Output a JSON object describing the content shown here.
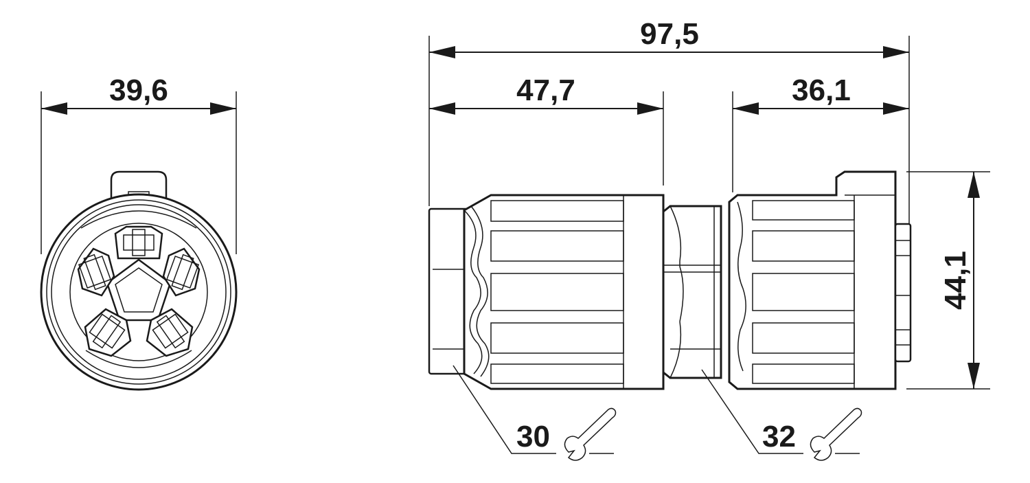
{
  "dimensions": {
    "front_width": "39,6",
    "total_length": "97,5",
    "left_length": "47,7",
    "right_length": "36,1",
    "height": "44,1"
  },
  "wrench_sizes": {
    "left": "30",
    "right": "32"
  },
  "icons": [
    "wrench-icon",
    "wrench-icon"
  ]
}
